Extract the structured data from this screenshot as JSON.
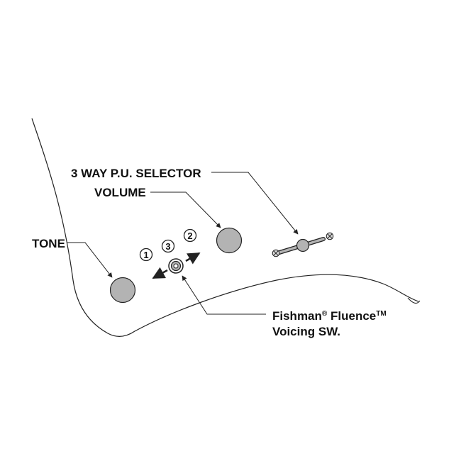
{
  "labels": {
    "selector": "3 WAY P.U. SELECTOR",
    "volume": "VOLUME",
    "tone": "TONE",
    "fishman": "Fishman",
    "registered": "®",
    "fluence": " Fluence",
    "trademark": "TM",
    "voicing": "Voicing SW."
  },
  "positions": {
    "one": "1",
    "two": "2",
    "three": "3"
  },
  "colors": {
    "knob_fill": "#b3b3b3",
    "stroke": "#222222",
    "background": "#ffffff"
  }
}
